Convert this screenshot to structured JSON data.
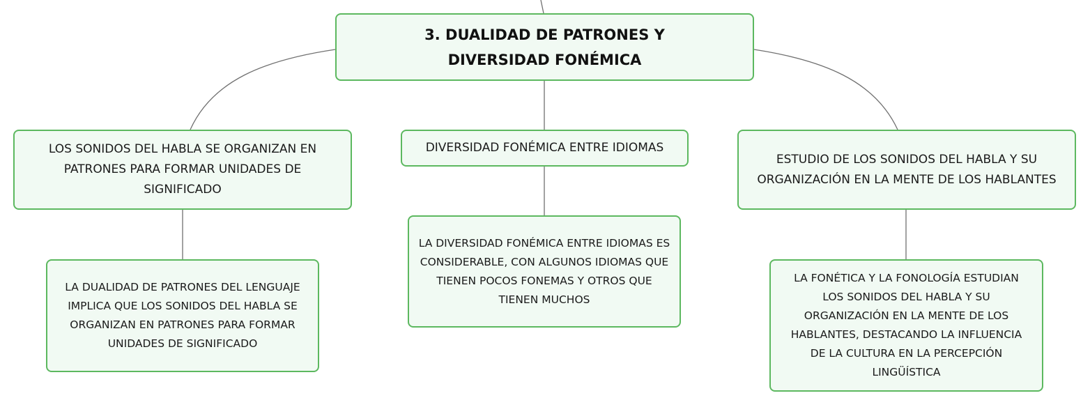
{
  "root": {
    "label": "3. DUALIDAD DE PATRONES Y DIVERSIDAD FONÉMICA"
  },
  "branches": [
    {
      "label": "LOS SONIDOS DEL HABLA SE ORGANIZAN EN PATRONES PARA FORMAR UNIDADES DE SIGNIFICADO",
      "child": "LA DUALIDAD DE PATRONES DEL LENGUAJE IMPLICA QUE LOS SONIDOS DEL HABLA SE ORGANIZAN EN PATRONES PARA FORMAR UNIDADES DE SIGNIFICADO"
    },
    {
      "label": "DIVERSIDAD FONÉMICA ENTRE IDIOMAS",
      "child": "LA DIVERSIDAD FONÉMICA ENTRE IDIOMAS ES CONSIDERABLE, CON ALGUNOS IDIOMAS QUE TIENEN POCOS FONEMAS Y OTROS QUE TIENEN MUCHOS"
    },
    {
      "label": "ESTUDIO DE LOS SONIDOS DEL HABLA Y SU ORGANIZACIÓN EN LA MENTE DE LOS HABLANTES",
      "child": "LA FONÉTICA Y LA FONOLOGÍA ESTUDIAN LOS SONIDOS DEL HABLA Y SU ORGANIZACIÓN EN LA MENTE DE LOS HABLANTES, DESTACANDO LA INFLUENCIA DE LA CULTURA EN LA PERCEPCIÓN LINGÜÍSTICA"
    }
  ],
  "colors": {
    "node_border": "#5cb85f",
    "node_fill": "#f1faf3",
    "connector": "#707070",
    "text": "#1a1a1a"
  }
}
